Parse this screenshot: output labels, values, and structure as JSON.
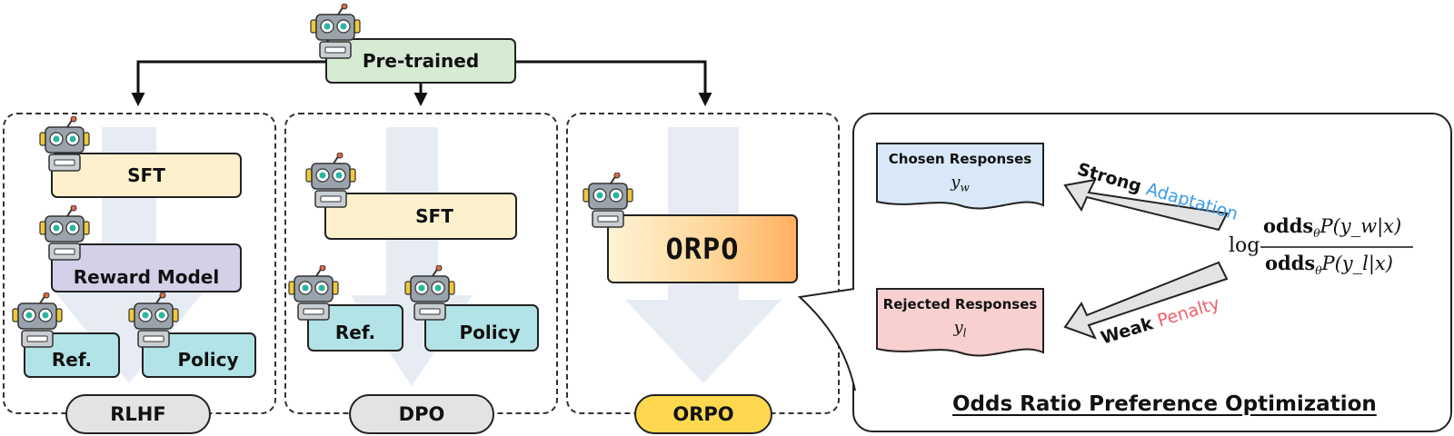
{
  "top": {
    "pretrained": "Pre-trained"
  },
  "rlhf": {
    "sft": "SFT",
    "reward": "Reward Model",
    "ref": "Ref.",
    "policy": "Policy",
    "label": "RLHF"
  },
  "dpo": {
    "sft": "SFT",
    "ref": "Ref.",
    "policy": "Policy",
    "label": "DPO"
  },
  "orpo": {
    "box": "ORPO",
    "label": "ORPO"
  },
  "detail": {
    "chosen_title": "Chosen Responses",
    "chosen_var": "y",
    "chosen_sub": "w",
    "rejected_title": "Rejected Responses",
    "rejected_var": "y",
    "rejected_sub": "l",
    "strong": "Strong",
    "adaptation": "Adaptation",
    "weak": "Weak",
    "penalty": "Penalty",
    "log": "log",
    "odds": "odds",
    "theta": "θ",
    "numerator": "P(y_w|x)",
    "denominator": "P(y_l|x)",
    "title": "Odds Ratio Preference Optimization"
  },
  "colors": {
    "adaptation": "#3a9bea",
    "penalty": "#f2606a",
    "chosen_fill": "#d9e8f8",
    "rejected_fill": "#f8d0d0",
    "flow_arrow": "#e7ecf4",
    "orpo_pill": "#ffd84f"
  }
}
